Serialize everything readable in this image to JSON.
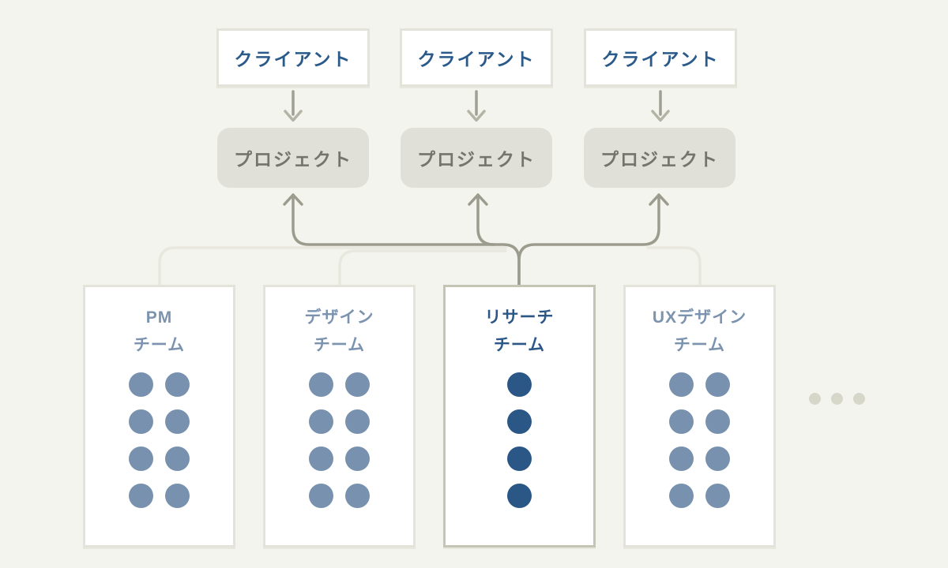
{
  "diagram": {
    "clients": [
      {
        "label": "クライアント"
      },
      {
        "label": "クライアント"
      },
      {
        "label": "クライアント"
      }
    ],
    "projects": [
      {
        "label": "プロジェクト"
      },
      {
        "label": "プロジェクト"
      },
      {
        "label": "プロジェクト"
      }
    ],
    "teams": [
      {
        "title_lines": [
          "PM",
          "チーム"
        ],
        "member_columns": 2,
        "member_rows": 4,
        "highlighted": false
      },
      {
        "title_lines": [
          "デザイン",
          "チーム"
        ],
        "member_columns": 2,
        "member_rows": 4,
        "highlighted": false
      },
      {
        "title_lines": [
          "リサーチ",
          "チーム"
        ],
        "member_columns": 1,
        "member_rows": 4,
        "highlighted": true
      },
      {
        "title_lines": [
          "UXデザイン",
          "チーム"
        ],
        "member_columns": 2,
        "member_rows": 4,
        "highlighted": false
      }
    ],
    "more_teams_ellipsis": {
      "dot_count": 3
    },
    "colors": {
      "background": "#f4f4ee",
      "client_text": "#2a5a8a",
      "project_fill": "#e0e0d8",
      "project_text": "#74746c",
      "team_title_muted": "#7b93af",
      "member_dot_muted": "#7791ae",
      "team_title_highlight": "#2b5787",
      "member_dot_highlight": "#2b5787",
      "line_light": "#e8e8df",
      "line_dark": "#9c9c8e",
      "arrow_stem": "#9f9f93",
      "arrow_head": "#b4b4a6",
      "ellipsis_dot": "#d6d6c9",
      "box_border_light": "#e3e3da",
      "box_border_highlight": "#c5c5b5"
    }
  }
}
